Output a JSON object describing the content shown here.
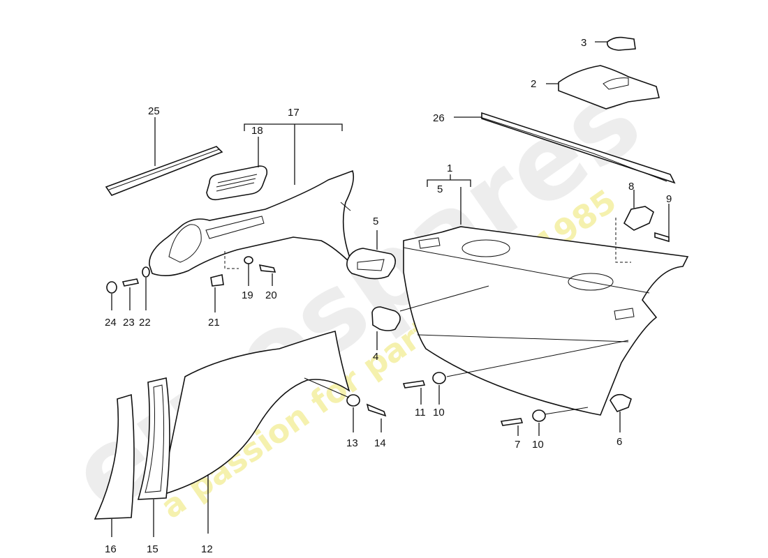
{
  "watermark": {
    "brand": "eurospares",
    "tagline": "a passion for parts since 1985",
    "colors": {
      "brand": "#e6e6e6",
      "tagline": "#f2efa8"
    }
  },
  "callouts": [
    {
      "id": "c1",
      "text": "1"
    },
    {
      "id": "c2",
      "text": "2"
    },
    {
      "id": "c3",
      "text": "3"
    },
    {
      "id": "c4",
      "text": "4"
    },
    {
      "id": "c5a",
      "text": "5"
    },
    {
      "id": "c5b",
      "text": "5"
    },
    {
      "id": "c6",
      "text": "6"
    },
    {
      "id": "c7",
      "text": "7"
    },
    {
      "id": "c8",
      "text": "8"
    },
    {
      "id": "c9",
      "text": "9"
    },
    {
      "id": "c10a",
      "text": "10"
    },
    {
      "id": "c10b",
      "text": "10"
    },
    {
      "id": "c11",
      "text": "11"
    },
    {
      "id": "c12",
      "text": "12"
    },
    {
      "id": "c13",
      "text": "13"
    },
    {
      "id": "c14",
      "text": "14"
    },
    {
      "id": "c15",
      "text": "15"
    },
    {
      "id": "c16",
      "text": "16"
    },
    {
      "id": "c17",
      "text": "17"
    },
    {
      "id": "c18",
      "text": "18"
    },
    {
      "id": "c19",
      "text": "19"
    },
    {
      "id": "c20",
      "text": "20"
    },
    {
      "id": "c21",
      "text": "21"
    },
    {
      "id": "c22",
      "text": "22"
    },
    {
      "id": "c23",
      "text": "23"
    },
    {
      "id": "c24",
      "text": "24"
    },
    {
      "id": "c25",
      "text": "25"
    },
    {
      "id": "c26",
      "text": "26"
    }
  ]
}
